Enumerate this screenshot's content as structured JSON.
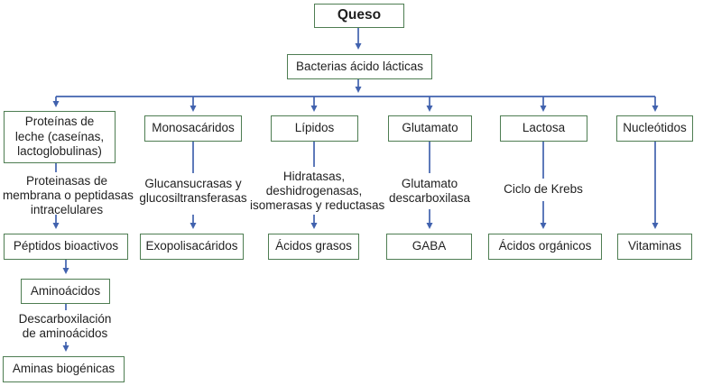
{
  "diagram": {
    "title_node": "Queso",
    "agent_node": "Bacterias ácido lácticas",
    "columns": [
      {
        "substrate": "Proteínas de\nleche (caseínas,\nlactoglobulinas)",
        "enzyme": "Proteinasas de\nmembrana o peptidasas\nintracelulares",
        "product": "Péptidos bioactivos",
        "intermediate": "Aminoácidos",
        "enzyme2": "Descarboxilación\nde aminoácidos",
        "final_product": "Aminas biogénicas"
      },
      {
        "substrate": "Monosacáridos",
        "enzyme": "Glucansucrasas y\nglucosiltransferasas",
        "product": "Exopolisacáridos"
      },
      {
        "substrate": "Lípidos",
        "enzyme": "Hidratasas,\ndeshidrogenasas,\nisomerasas y reductasas",
        "product": "Ácidos grasos"
      },
      {
        "substrate": "Glutamato",
        "enzyme": "Glutamato\ndescarboxilasa",
        "product": "GABA"
      },
      {
        "substrate": "Lactosa",
        "enzyme": "Ciclo de Krebs",
        "product": "Ácidos orgánicos"
      },
      {
        "substrate": "Nucleótidos",
        "enzyme": "",
        "product": "Vitaminas"
      }
    ]
  },
  "colors": {
    "box_border": "#4e7d52",
    "arrow": "#4162ae",
    "text": "#1f1f1f",
    "background": "#ffffff"
  }
}
